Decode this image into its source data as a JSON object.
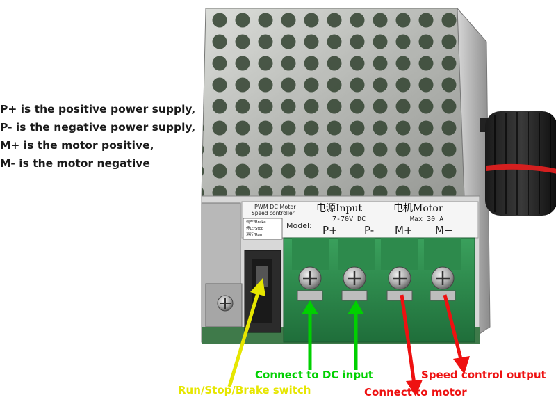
{
  "legend": {
    "line1": "P+ is the positive power supply,",
    "line2": "P- is the negative power supply,",
    "line3": "M+ is the motor positive,",
    "line4": "M- is the motor negative"
  },
  "device_label": {
    "title_line1": "PWM DC Motor",
    "title_line2": "Speed controller",
    "switch_brake": "刹车/Brake",
    "switch_stop": "停止/Stop",
    "switch_run": "运行/Run",
    "model": "Model:",
    "input_heading": "电源Input",
    "input_voltage": "7-70V DC",
    "motor_heading": "电机Motor",
    "motor_max": "Max 30 A",
    "term_p_plus": "P+",
    "term_p_minus": "P-",
    "term_m_plus": "M+",
    "term_m_minus": "M−"
  },
  "callouts": {
    "dc_input": "Connect to DC input",
    "switch": "Run/Stop/Brake switch",
    "speed_output": "Speed control output",
    "motor": "Connect to motor"
  },
  "colors": {
    "green": "#00d000",
    "yellow": "#e6e600",
    "red": "#ee1111",
    "terminal_green": "#2f8f4e",
    "housing": "#c9c9c9"
  }
}
